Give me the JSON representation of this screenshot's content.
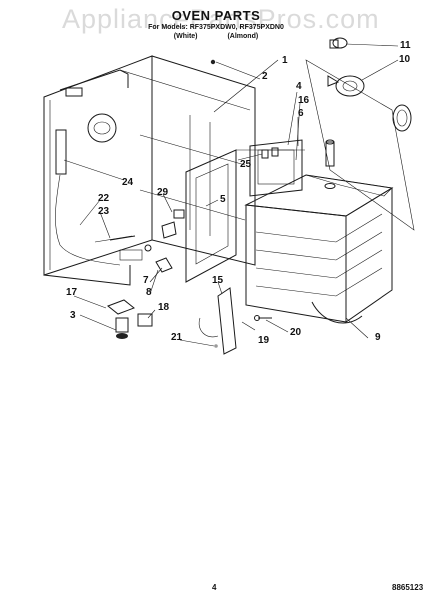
{
  "header": {
    "title": "OVEN PARTS",
    "models": "For Models: RF375PXDW0, RF375PXDN0",
    "color_left": "(White)",
    "color_right": "(Almond)"
  },
  "watermark": "AppliancePartsPros.com",
  "callouts": [
    {
      "label": "1"
    },
    {
      "label": "2"
    },
    {
      "label": "3"
    },
    {
      "label": "4"
    },
    {
      "label": "5"
    },
    {
      "label": "6"
    },
    {
      "label": "7"
    },
    {
      "label": "8"
    },
    {
      "label": "9"
    },
    {
      "label": "10"
    },
    {
      "label": "11"
    },
    {
      "label": "15"
    },
    {
      "label": "16"
    },
    {
      "label": "17"
    },
    {
      "label": "18"
    },
    {
      "label": "19"
    },
    {
      "label": "20"
    },
    {
      "label": "21"
    },
    {
      "label": "22"
    },
    {
      "label": "23"
    },
    {
      "label": "24"
    },
    {
      "label": "25"
    },
    {
      "label": "29"
    }
  ],
  "footer": {
    "page": "4",
    "code": "8865123"
  }
}
